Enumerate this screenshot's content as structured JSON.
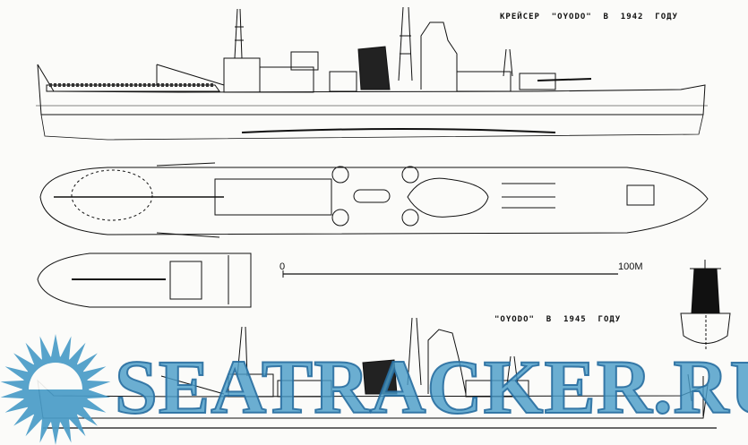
{
  "captions": {
    "top_title": "КРЕЙСЕР  \"OYODO\"  В  1942  ГОДУ",
    "bottom_title": "\"OYODO\"  В  1945  ГОДУ"
  },
  "scale_bar": {
    "start_label": "0",
    "end_label": "100М"
  },
  "watermark": {
    "text": "SEATRACKER.RU",
    "color": "#4a9cc8"
  },
  "colors": {
    "line": "#111111",
    "paper": "#fbfbf9"
  }
}
